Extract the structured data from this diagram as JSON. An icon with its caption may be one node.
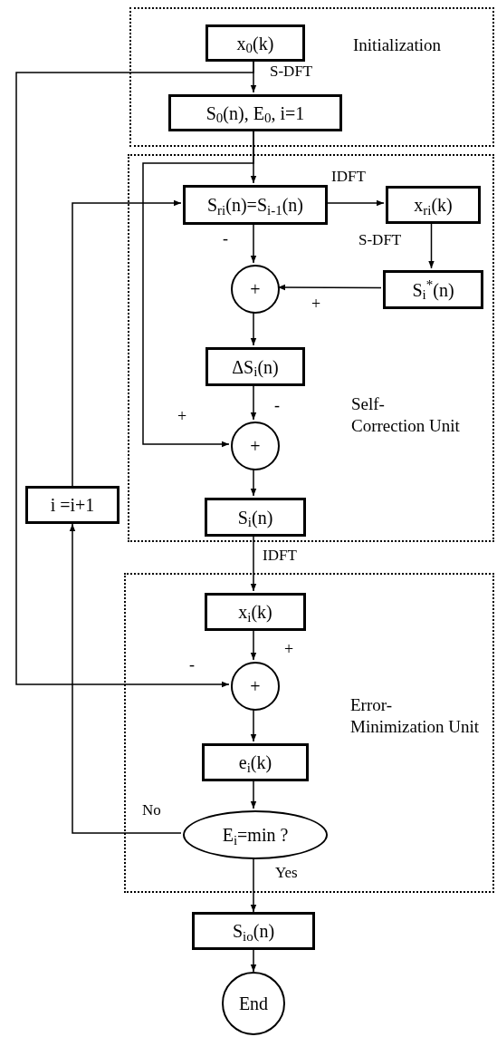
{
  "diagram": {
    "nodes": [
      {
        "text": [
          "Initialization"
        ]
      },
      {
        "text": [
          "x$_{0}$(k)"
        ],
        "in": 0
      },
      {
        "text": [
          "S$_{0}$(n), E$_{0}$, i=1"
        ],
        "in": 0
      },
      {
        "text": [
          "Self- Correction Unit"
        ]
      },
      {
        "text": [
          "S$_{ri}$(n)=S$_{i-1}$(n)"
        ],
        "in": 3
      },
      {
        "text": [
          "x$_{ri}$(k)"
        ],
        "in": 3
      },
      {
        "text": [
          "+"
        ],
        "in": 3
      },
      {
        "text": [
          "S$_{i}$$^{*}$(n)"
        ],
        "in": 3
      },
      {
        "text": [
          "ΔS$_{i}$(n)"
        ],
        "in": 3
      },
      {
        "text": [
          "+"
        ],
        "in": 3
      },
      {
        "text": [
          "S$_{i}$(n)"
        ],
        "in": 3
      },
      {
        "text": [
          "i =i+1"
        ]
      },
      {
        "text": [
          "Error- Minimization Unit"
        ]
      },
      {
        "text": [
          "x$_{i}$(k)"
        ],
        "in": 12
      },
      {
        "text": [
          "+"
        ],
        "in": 12
      },
      {
        "text": [
          "e$_{i}$(k)"
        ],
        "in": 12
      },
      {
        "text": [
          "E$_{i}$=min ?"
        ],
        "in": 12
      },
      {
        "text": [
          "S$_{io}$(n)"
        ]
      },
      {
        "text": [
          "End"
        ]
      }
    ],
    "edges": [
      {
        "from": 1,
        "to": 2,
        "arrow": "to",
        "label": "S-DFT"
      },
      {
        "from": 2,
        "to": 4,
        "arrow": "to"
      },
      {
        "from": 4,
        "to": 5,
        "arrow": "to",
        "label": "IDFT"
      },
      {
        "from": 5,
        "to": 7,
        "arrow": "to",
        "label": "S-DFT"
      },
      {
        "from": 4,
        "to": 6,
        "arrow": "to"
      },
      {
        "from": 7,
        "to": 6,
        "arrow": "to"
      },
      {
        "from": 6,
        "to": 8,
        "arrow": "to"
      },
      {
        "from": 8,
        "to": 9,
        "arrow": "to"
      },
      {
        "from": 2,
        "to": 9,
        "arrow": "to"
      },
      {
        "from": 9,
        "to": 10,
        "arrow": "to"
      },
      {
        "from": 10,
        "to": 13,
        "arrow": "to",
        "label": "IDFT"
      },
      {
        "from": 13,
        "to": 14,
        "arrow": "to"
      },
      {
        "from": 1,
        "to": 14,
        "arrow": "to"
      },
      {
        "from": 14,
        "to": 15,
        "arrow": "to"
      },
      {
        "from": 15,
        "to": 16,
        "arrow": "to"
      },
      {
        "from": 16,
        "to": 11,
        "arrow": "to",
        "label": "No"
      },
      {
        "from": 11,
        "to": 4,
        "arrow": "to"
      },
      {
        "from": 16,
        "to": 17,
        "arrow": "to",
        "label": "Yes"
      },
      {
        "from": 17,
        "to": 18,
        "arrow": "to"
      }
    ],
    "labels": [
      "-",
      "+",
      "-",
      "+",
      "+",
      "-"
    ]
  }
}
